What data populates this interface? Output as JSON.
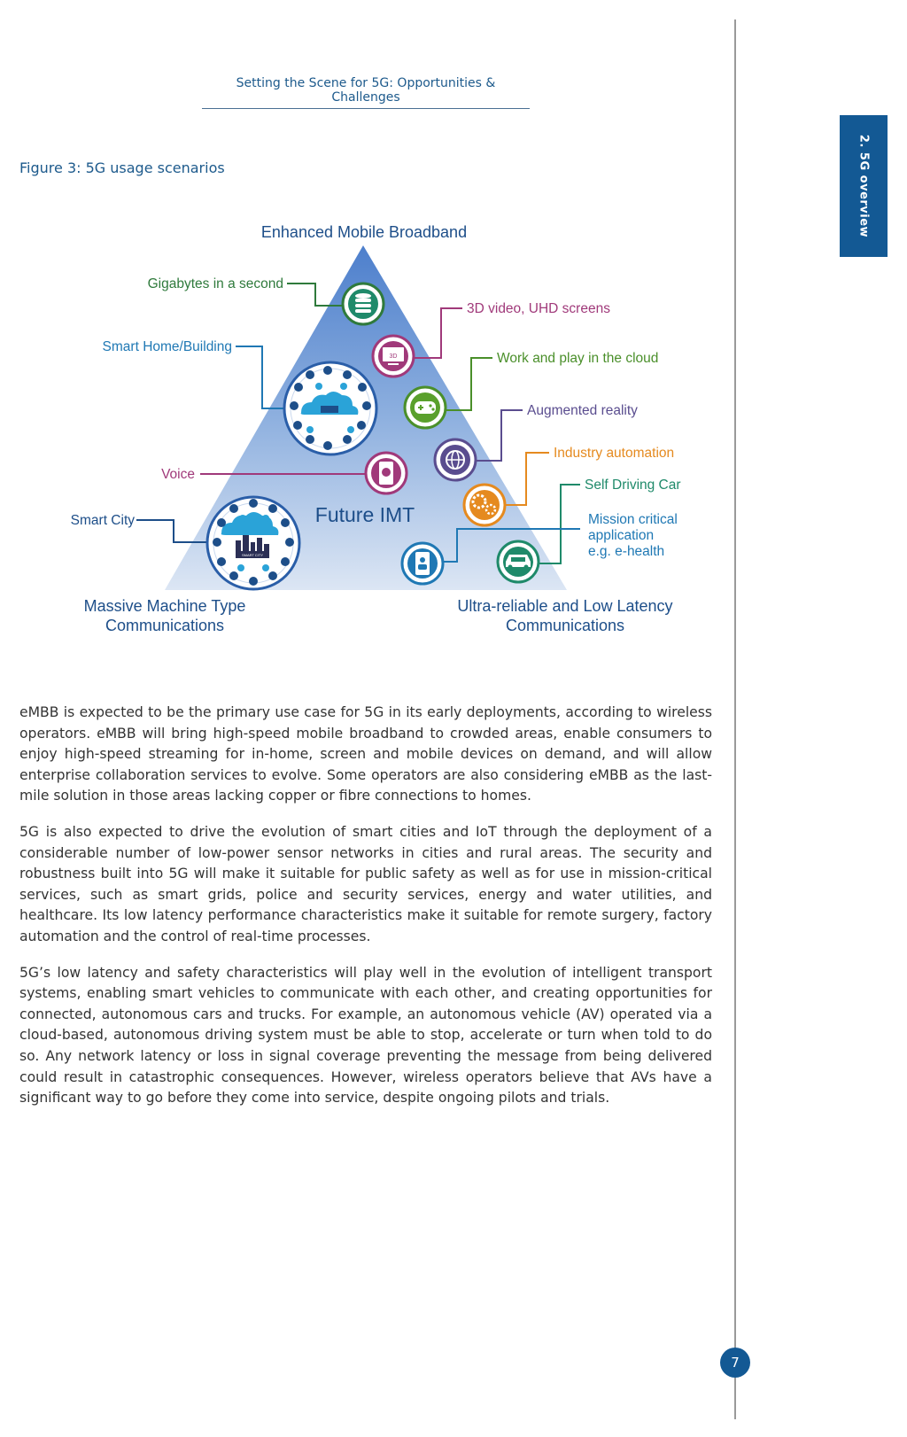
{
  "header": {
    "title": "Setting the Scene for 5G: Opportunities & Challenges"
  },
  "side_tab": {
    "label": "2. 5G overview"
  },
  "figure": {
    "caption": "Figure 3: 5G usage scenarios",
    "center_label": "Future IMT",
    "corners": {
      "top": "Enhanced Mobile Broadband",
      "bottom_left_1": "Massive Machine Type",
      "bottom_left_2": "Communications",
      "bottom_right_1": "Ultra-reliable and Low Latency",
      "bottom_right_2": "Communications"
    },
    "labels": {
      "gigabytes": "Gigabytes in a second",
      "smart_home": "Smart Home/Building",
      "voice": "Voice",
      "smart_city": "Smart City",
      "video_3d": "3D video, UHD screens",
      "cloud": "Work and play in the cloud",
      "ar": "Augmented reality",
      "industry": "Industry automation",
      "self_driving": "Self Driving Car",
      "mission_1": "Mission critical",
      "mission_2": "application",
      "mission_3": "e.g. e-health"
    },
    "icon_texts": {
      "three_d": "3D",
      "smart_city_sign": "SMART CITY"
    },
    "colors": {
      "gigabytes": "#2f7a3c",
      "smart_home": "#1f78b4",
      "voice": "#a0397a",
      "smart_city": "#1d4e89",
      "video_3d": "#a0397a",
      "cloud": "#4a8f2a",
      "ar": "#5a4d8f",
      "industry": "#e58a1f",
      "self_driving": "#1f8a6a",
      "mission": "#1f78b4",
      "corner": "#1d4e89"
    }
  },
  "body": {
    "paragraphs": [
      "eMBB is expected to be the primary use case for 5G in its early deployments, according to wireless operators. eMBB will bring high-speed mobile broadband to crowded areas, enable consumers to enjoy high-speed streaming for in-home, screen and mobile devices on demand, and will allow enterprise collaboration services to evolve. Some operators are also considering eMBB as the last-mile solution in those areas lacking copper or fibre connections to homes.",
      "5G is also expected to drive the evolution of smart cities and IoT through the deployment of a considerable number of low-power sensor networks in cities and rural areas. The security and robustness built into 5G will make it suitable for public safety as well as for use in mission-critical services, such as smart grids, police and security services, energy and water utilities, and healthcare. Its low latency performance characteristics make it suitable for remote surgery, factory automation and the control of real-time processes.",
      "5G’s low latency and safety characteristics will play well in the evolution of intelligent transport systems, enabling smart vehicles to communicate with each other, and creating opportunities for connected, autonomous cars and trucks. For example, an autonomous vehicle (AV) operated via a cloud-based, autonomous driving system must be able to stop, accelerate or turn when told to do so. Any network latency or loss in signal coverage preventing the message from being delivered could result in catastrophic consequences. However, wireless operators believe that AVs have a significant way to go before they come into service, despite ongoing pilots and trials."
    ]
  },
  "page_number": "7"
}
